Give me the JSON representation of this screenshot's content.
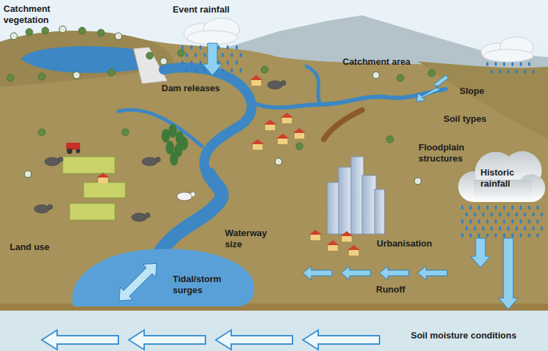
{
  "diagram": {
    "labels": [
      "Catchment vegetation",
      "Event rainfall",
      "Catchment area",
      "Dam releases",
      "Slope",
      "Soil types",
      "Floodplain structures",
      "Historic rainfall",
      "Land use",
      "Waterway size",
      "Urbanisation",
      "Tidal/storm surges",
      "Runoff",
      "Soil moisture conditions"
    ]
  }
}
